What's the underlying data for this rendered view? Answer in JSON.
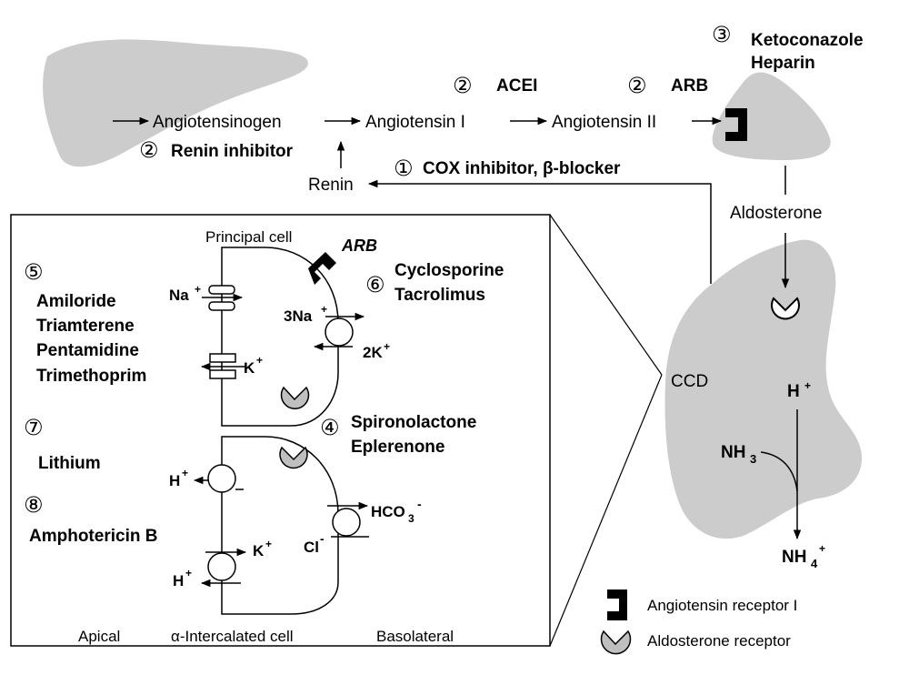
{
  "pathway": {
    "angiotensinogen": "Angiotensinogen",
    "angiotensin_1": "Angiotensin I",
    "angiotensin_2": "Angiotensin II",
    "renin": "Renin",
    "aldosterone": "Aldosterone"
  },
  "drugs": {
    "d1_num": "①",
    "d1_label": "COX inhibitor, β-blocker",
    "d2_num": "②",
    "renin_inhibitor": "Renin inhibitor",
    "acei": "ACEI",
    "arb": "ARB",
    "d3_num": "③",
    "d3_line1": "Ketoconazole",
    "d3_line2": "Heparin",
    "d4_num": "④",
    "d4_line1": "Spironolactone",
    "d4_line2": "Eplerenone",
    "d5_num": "⑤",
    "d5_items": [
      "Amiloride",
      "Triamterene",
      "Pentamidine",
      "Trimethoprim"
    ],
    "d6_num": "⑥",
    "d6_line1": "Cyclosporine",
    "d6_line2": "Tacrolimus",
    "d7_num": "⑦",
    "d7_label": "Lithium",
    "d8_num": "⑧",
    "d8_label": "Amphotericin B",
    "arb_italic": "ARB"
  },
  "cells": {
    "principal": "Principal cell",
    "intercalated": "α-Intercalated cell",
    "apical": "Apical",
    "basolateral": "Basolateral",
    "ccd": "CCD"
  },
  "ions": {
    "na": "Na",
    "k": "K",
    "na3": "3Na",
    "k2": "2K",
    "h": "H",
    "cl": "Cl",
    "hco3": "HCO",
    "nh3": "NH",
    "nh4": "NH",
    "plus": "+",
    "minus": "-",
    "sub3": "3",
    "sub4": "4"
  },
  "legend": {
    "at1": "Angiotensin receptor I",
    "ald": "Aldosterone receptor"
  },
  "colors": {
    "organ_gray": "#cccccc",
    "receptor_gray": "#bfbfbf",
    "receptor_black": "#000000"
  }
}
